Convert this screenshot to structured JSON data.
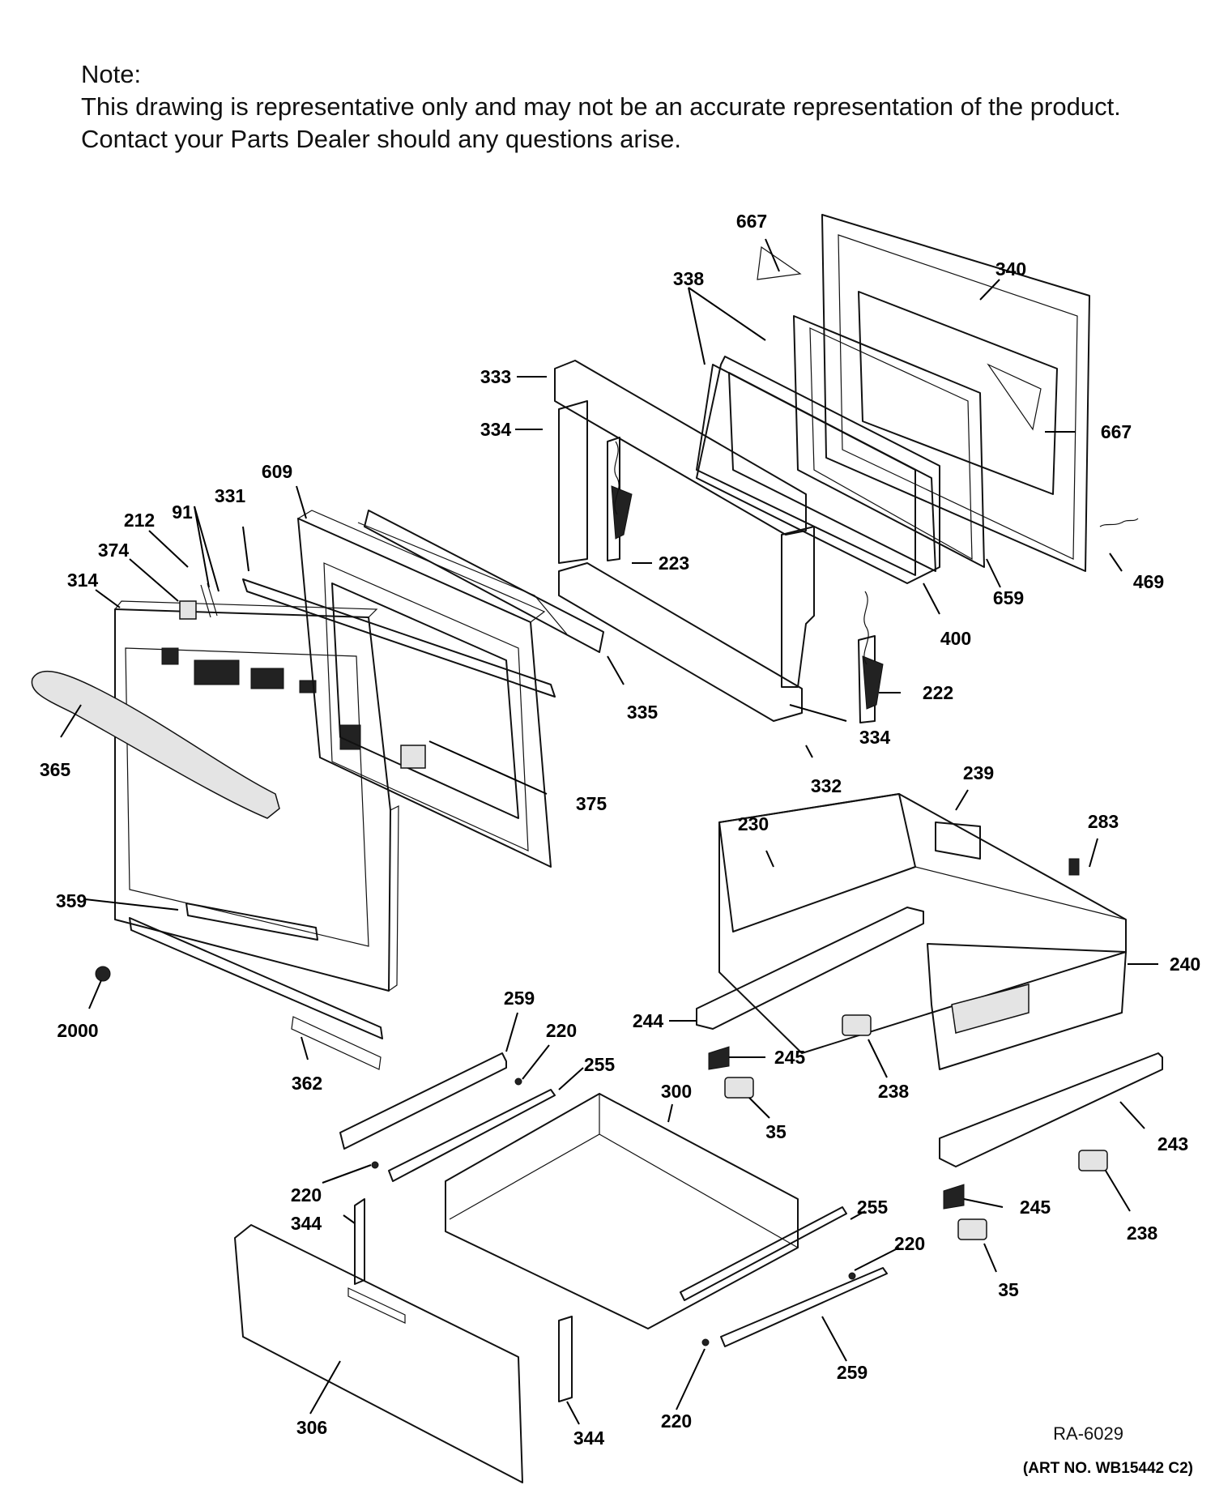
{
  "note": {
    "heading": "Note:",
    "line1": "This drawing is representative only and may not be an accurate representation of the product.",
    "line2": "Contact your Parts Dealer should any questions arise."
  },
  "callouts": [
    "667",
    "340",
    "338",
    "333",
    "667",
    "334",
    "609",
    "331",
    "212",
    "91",
    "374",
    "314",
    "223",
    "469",
    "659",
    "400",
    "222",
    "365",
    "335",
    "334",
    "375",
    "332",
    "239",
    "230",
    "283",
    "359",
    "240",
    "2000",
    "259",
    "220",
    "244",
    "245",
    "238",
    "362",
    "255",
    "300",
    "35",
    "243",
    "220",
    "344",
    "255",
    "245",
    "220",
    "238",
    "35",
    "259",
    "220",
    "306",
    "344"
  ],
  "footer": {
    "ref": "RA-6029",
    "art": "(ART NO. WB15442 C2)"
  }
}
